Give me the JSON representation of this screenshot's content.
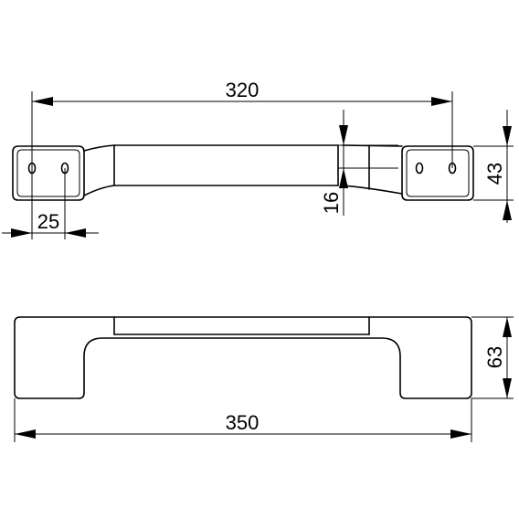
{
  "drawing": {
    "dimensions": {
      "hole_spacing": "320",
      "overall_length": "350",
      "foot_width": "25",
      "bar_offset": "16",
      "mount_depth": "43",
      "height": "63"
    }
  },
  "colors": {
    "stroke": "#000000",
    "background": "#ffffff"
  }
}
